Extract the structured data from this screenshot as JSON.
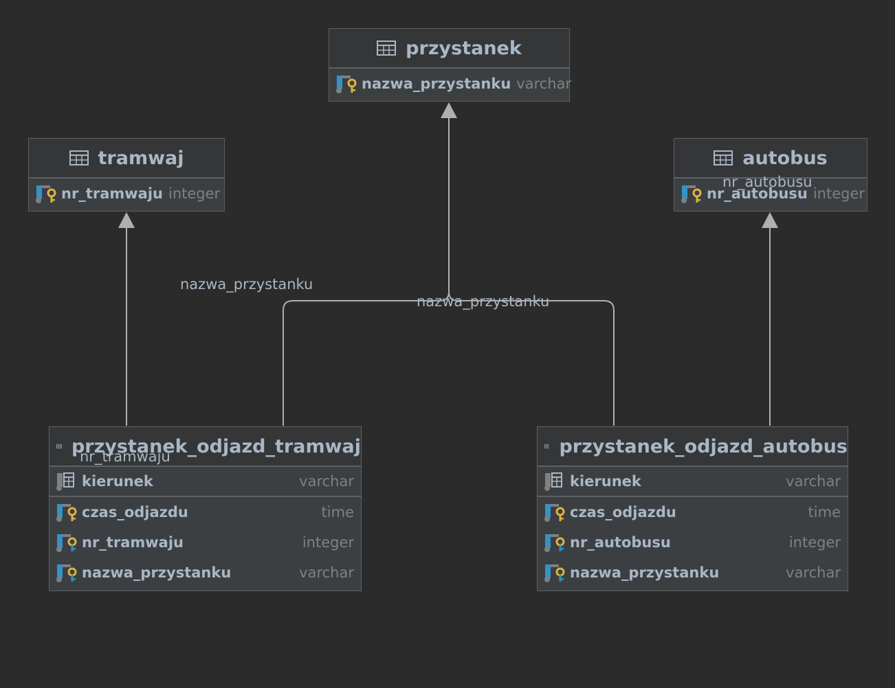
{
  "tables": {
    "przystanek": {
      "title": "przystanek",
      "columns": [
        {
          "name": "nazwa_przystanku",
          "type": "varchar",
          "icon": "primary-key-icon"
        }
      ]
    },
    "tramwaj": {
      "title": "tramwaj",
      "columns": [
        {
          "name": "nr_tramwaju",
          "type": "integer",
          "icon": "primary-key-icon"
        }
      ]
    },
    "autobus": {
      "title": "autobus",
      "columns": [
        {
          "name": "nr_autobusu",
          "type": "integer",
          "icon": "primary-key-icon"
        }
      ]
    },
    "przystanek_odjazd_tramwaj": {
      "title": "przystanek_odjazd_tramwaj",
      "columns": [
        {
          "name": "kierunek",
          "type": "varchar",
          "icon": "column-icon"
        },
        {
          "name": "czas_odjazdu",
          "type": "time",
          "icon": "primary-key-icon"
        },
        {
          "name": "nr_tramwaju",
          "type": "integer",
          "icon": "primary-foreign-key-icon"
        },
        {
          "name": "nazwa_przystanku",
          "type": "varchar",
          "icon": "primary-foreign-key-icon"
        }
      ]
    },
    "przystanek_odjazd_autobus": {
      "title": "przystanek_odjazd_autobus",
      "columns": [
        {
          "name": "kierunek",
          "type": "varchar",
          "icon": "column-icon"
        },
        {
          "name": "czas_odjazdu",
          "type": "time",
          "icon": "primary-key-icon"
        },
        {
          "name": "nr_autobusu",
          "type": "integer",
          "icon": "primary-foreign-key-icon"
        },
        {
          "name": "nazwa_przystanku",
          "type": "varchar",
          "icon": "primary-foreign-key-icon"
        }
      ]
    }
  },
  "edge_labels": {
    "tramwaj_fk": "nr_tramwaju",
    "autobus_fk": "nr_autobusu",
    "przystanek_fk_left": "nazwa_przystanku",
    "przystanek_fk_right": "nazwa_przystanku"
  },
  "colors": {
    "background": "#2b2b2b",
    "table_fill": "#3c3f41",
    "border": "#5e6164",
    "text": "#a9b7c6",
    "type_text": "#808080",
    "key_gold": "#e0b341",
    "key_blue": "#3592c4",
    "edge": "#b0b0b0"
  }
}
